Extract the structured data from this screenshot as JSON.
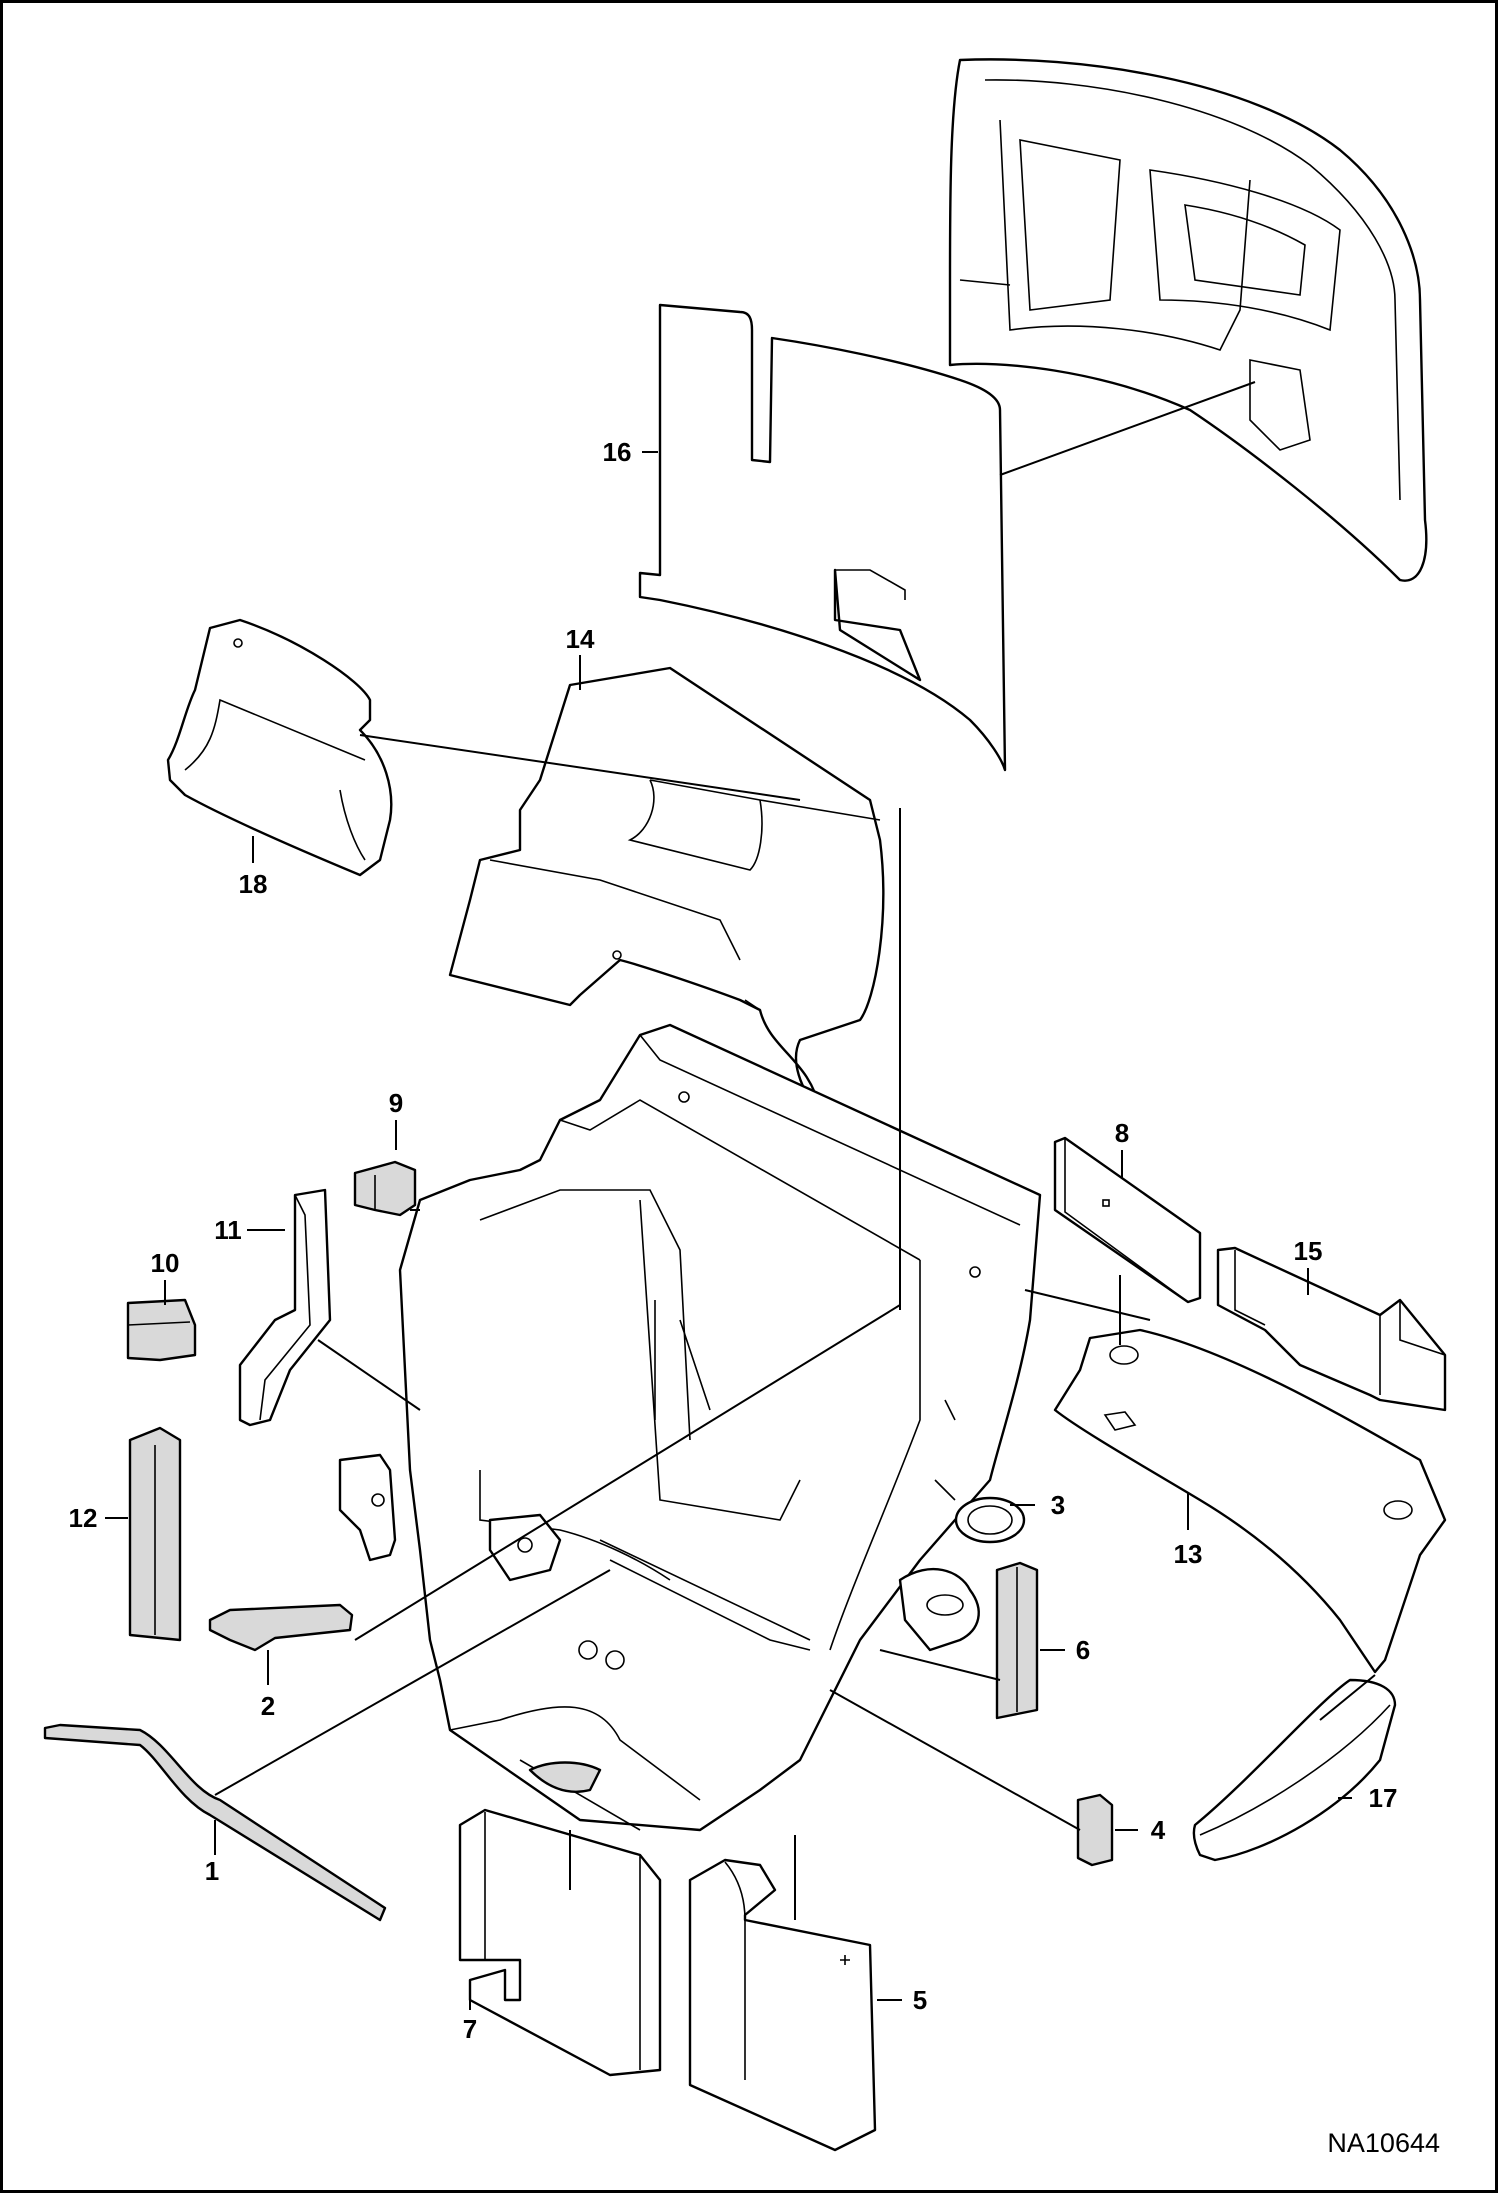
{
  "callouts": [
    {
      "id": "1",
      "label": "1"
    },
    {
      "id": "2",
      "label": "2"
    },
    {
      "id": "3",
      "label": "3"
    },
    {
      "id": "4",
      "label": "4"
    },
    {
      "id": "5",
      "label": "5"
    },
    {
      "id": "6",
      "label": "6"
    },
    {
      "id": "7",
      "label": "7"
    },
    {
      "id": "8",
      "label": "8"
    },
    {
      "id": "9",
      "label": "9"
    },
    {
      "id": "10",
      "label": "10"
    },
    {
      "id": "11",
      "label": "11"
    },
    {
      "id": "12",
      "label": "12"
    },
    {
      "id": "13",
      "label": "13"
    },
    {
      "id": "14",
      "label": "14"
    },
    {
      "id": "15",
      "label": "15"
    },
    {
      "id": "16",
      "label": "16"
    },
    {
      "id": "17",
      "label": "17"
    },
    {
      "id": "18",
      "label": "18"
    }
  ],
  "drawing_number": "NA10644"
}
